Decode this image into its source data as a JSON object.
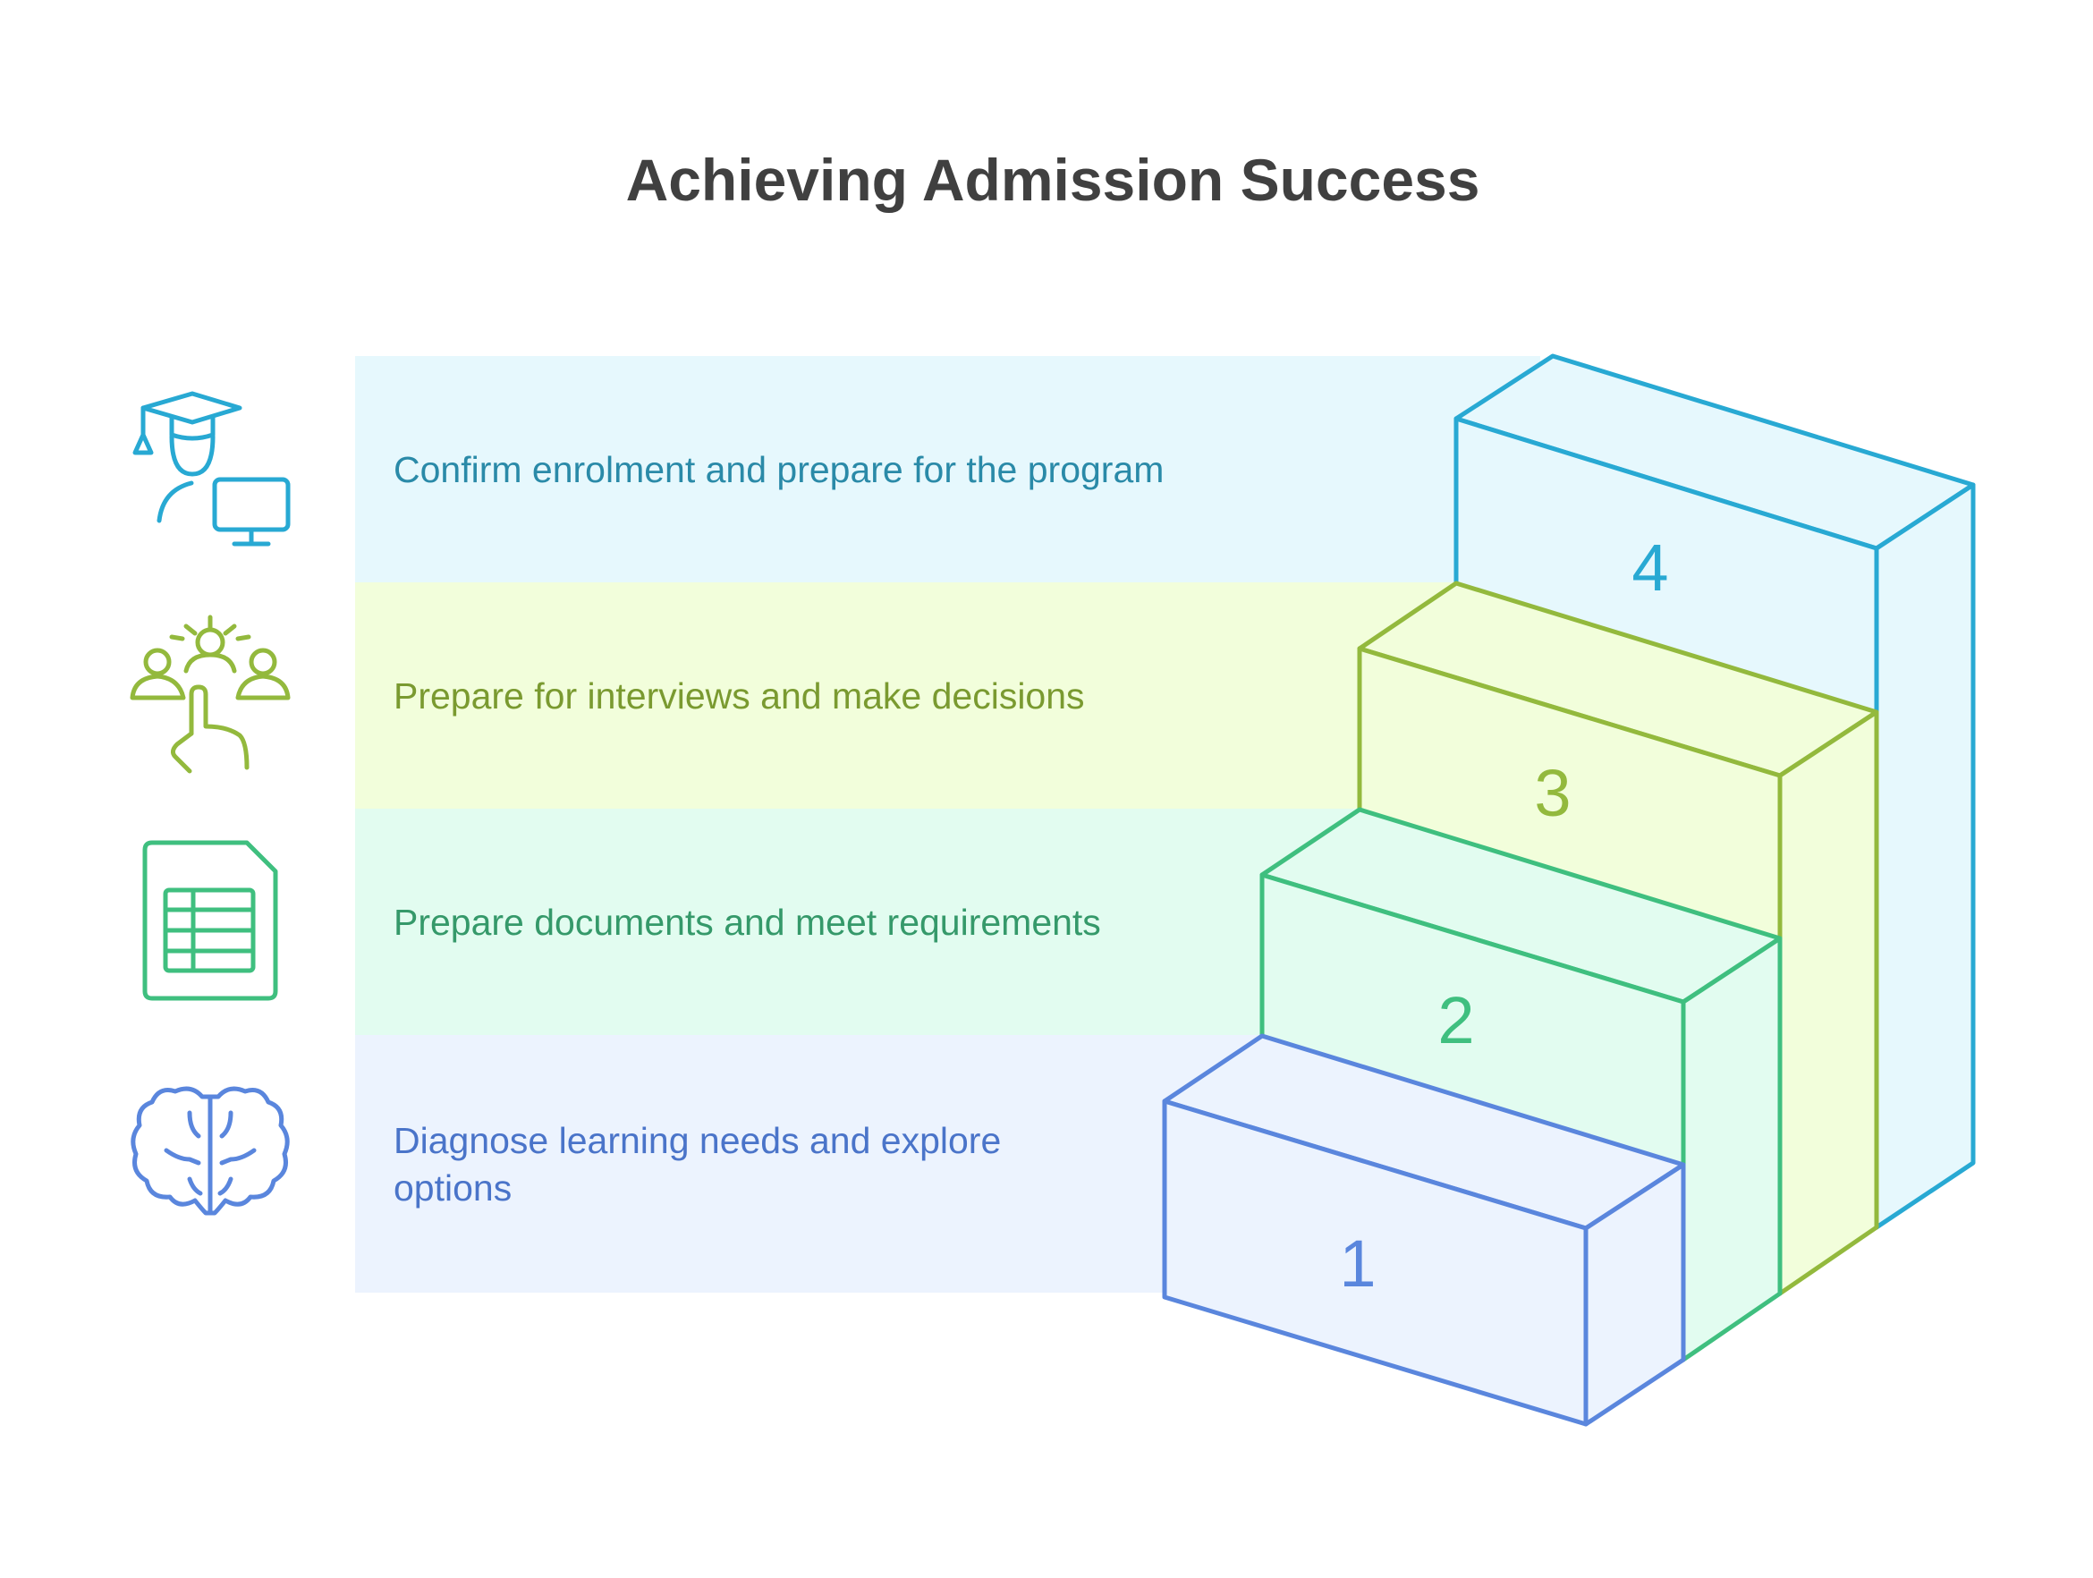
{
  "title": "Achieving Admission Success",
  "steps": [
    {
      "number": "1",
      "lines": [
        "Diagnose learning needs and explore",
        "options"
      ],
      "icon": "brain-icon",
      "color": "#5a86dd",
      "band_color": "#ecf3fe"
    },
    {
      "number": "2",
      "lines": [
        "Prepare documents and meet requirements"
      ],
      "icon": "document-table-icon",
      "color": "#3fbf7f",
      "band_color": "#e2fcf0"
    },
    {
      "number": "3",
      "lines": [
        "Prepare for interviews and make decisions"
      ],
      "icon": "group-selection-icon",
      "color": "#93b93d",
      "band_color": "#f2fedb"
    },
    {
      "number": "4",
      "lines": [
        "Confirm enrolment and prepare for the program"
      ],
      "icon": "graduate-computer-icon",
      "color": "#28a9d3",
      "band_color": "#e6f8fd"
    }
  ]
}
